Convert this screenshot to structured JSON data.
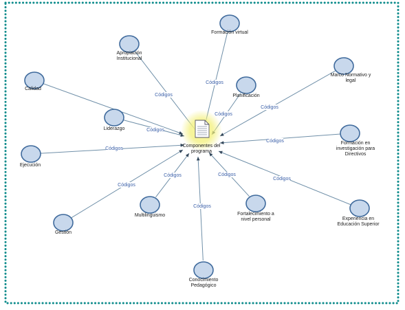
{
  "colors": {
    "border": "#0e8c8c",
    "node_fill": "#c8d8ec",
    "node_stroke": "#3f6a9c",
    "edge": "#6f8fa8",
    "edge_label": "#3a5fa8",
    "center_glow": "#f3f07a"
  },
  "center": {
    "id": "componentes",
    "icon": "document-icon",
    "label_lines": [
      "Componentes del",
      "programa"
    ]
  },
  "edge_label": "Códigos",
  "nodes": [
    {
      "id": "formacion-virtual",
      "label_lines": [
        "Formación virtual"
      ],
      "show_edge_label": true
    },
    {
      "id": "apropiacion",
      "label_lines": [
        "Apropiación",
        "Institucional"
      ],
      "show_edge_label": true
    },
    {
      "id": "calidad",
      "label_lines": [
        "Calidad"
      ],
      "show_edge_label": false
    },
    {
      "id": "liderazgo",
      "label_lines": [
        "Liderazgo"
      ],
      "show_edge_label": true
    },
    {
      "id": "planificacion",
      "label_lines": [
        "Planificación"
      ],
      "show_edge_label": true
    },
    {
      "id": "marco-normativo",
      "label_lines": [
        "Marco Normativo y",
        "legal"
      ],
      "show_edge_label": true
    },
    {
      "id": "formacion-investigacion",
      "label_lines": [
        "Formación en",
        "investigación para",
        "Directivos"
      ],
      "show_edge_label": true
    },
    {
      "id": "ejecucion",
      "label_lines": [
        "Ejecución"
      ],
      "show_edge_label": true
    },
    {
      "id": "gestion",
      "label_lines": [
        "Gestión"
      ],
      "show_edge_label": true
    },
    {
      "id": "multilinguismo",
      "label_lines": [
        "Multilinguismo"
      ],
      "show_edge_label": true
    },
    {
      "id": "fortalecimiento",
      "label_lines": [
        "Fortalecimiento a",
        "nivel personal"
      ],
      "show_edge_label": true
    },
    {
      "id": "experiencia",
      "label_lines": [
        "Experiencia en",
        "Educación Superior"
      ],
      "show_edge_label": true
    },
    {
      "id": "conocimiento",
      "label_lines": [
        "Conocimiento",
        "Pedagógico"
      ],
      "show_edge_label": true
    }
  ]
}
